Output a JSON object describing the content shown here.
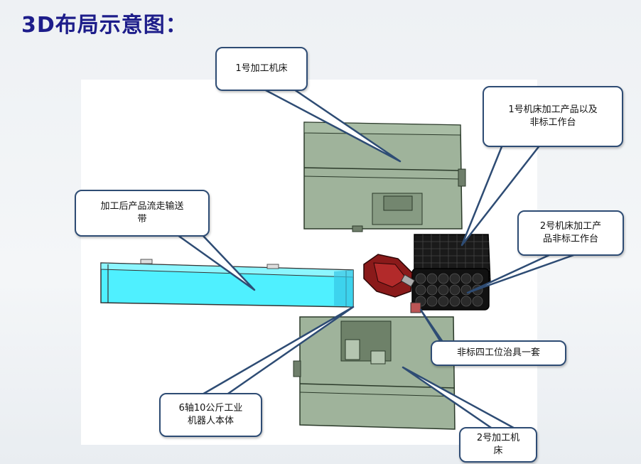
{
  "title": "3D布局示意图：",
  "colors": {
    "machine_fill": "#9fb39b",
    "machine_dark": "#7e9279",
    "conveyor": "#4ff0ff",
    "callout_border": "#2e4c74",
    "title": "#1d1d8a"
  },
  "callouts": {
    "machine1": "1号加工机床",
    "table1_line1": "1号机床加工产品以及",
    "table1_line2": "非标工作台",
    "conveyor_line1": "加工后产品流走输送",
    "conveyor_line2": "带",
    "table2_line1": "2号机床加工产",
    "table2_line2": "品非标工作台",
    "fixture": "非标四工位治具一套",
    "robot_line1": "6轴10公斤工业",
    "robot_line2": "机器人本体",
    "machine2_line1": "2号加工机",
    "machine2_line2": "床"
  }
}
